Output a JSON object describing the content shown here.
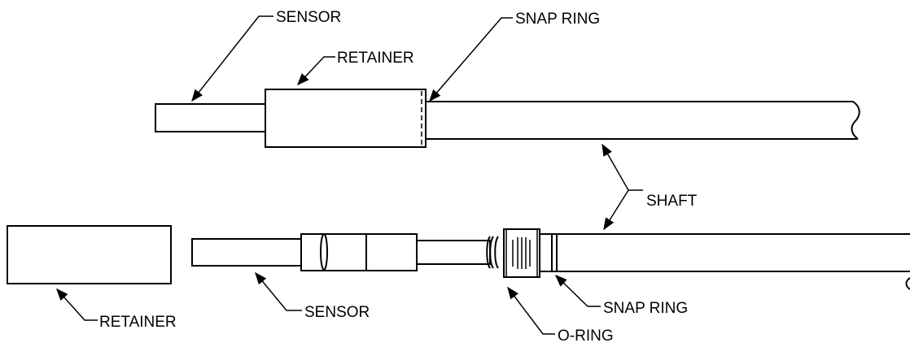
{
  "labels": {
    "top_sensor": "SENSOR",
    "top_retainer": "RETAINER",
    "top_snap_ring": "SNAP RING",
    "shaft": "SHAFT",
    "bottom_retainer": "RETAINER",
    "bottom_sensor": "SENSOR",
    "bottom_snap_ring": "SNAP RING",
    "o_ring": "O-RING"
  }
}
